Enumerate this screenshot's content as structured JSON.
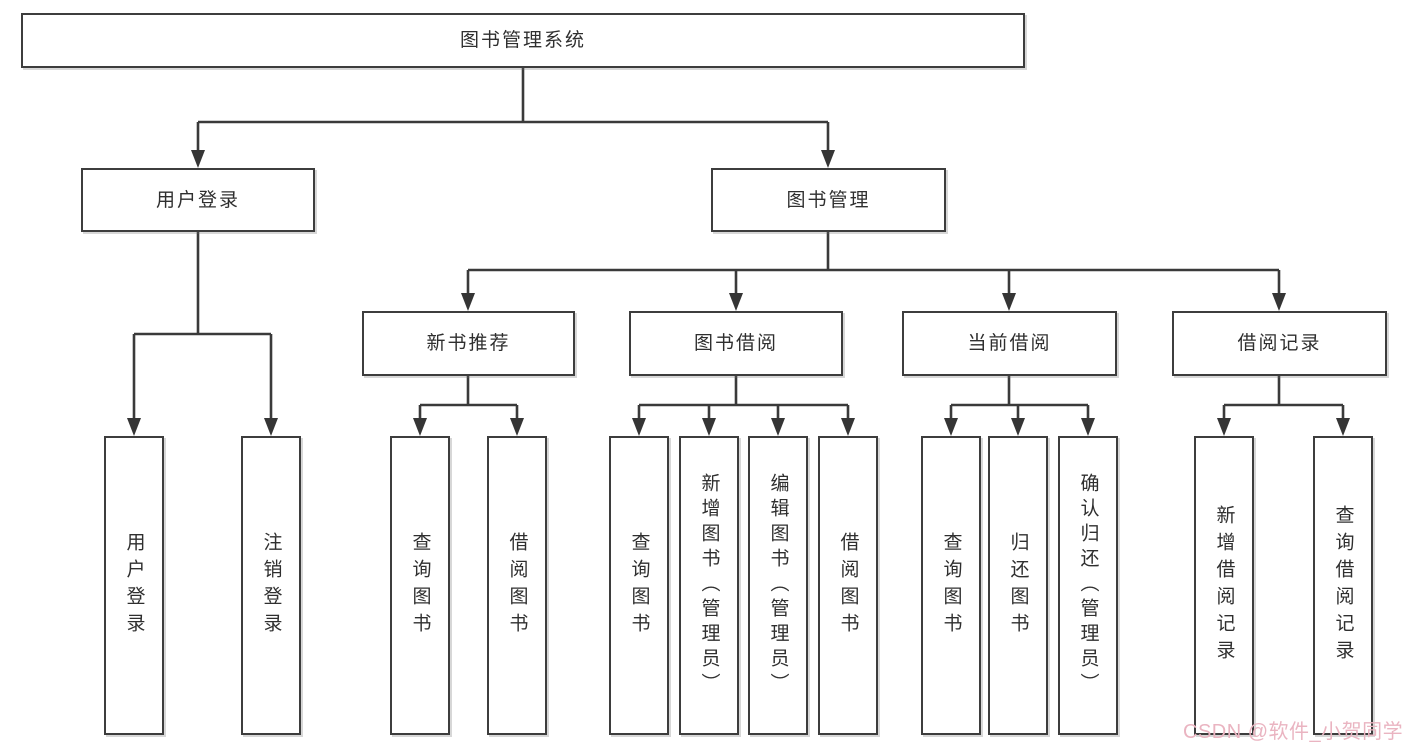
{
  "diagram": {
    "root": "图书管理系统",
    "branches": [
      {
        "label": "用户登录",
        "leaves": [
          "用户登录",
          "注销登录"
        ]
      },
      {
        "label": "图书管理",
        "groups": [
          {
            "label": "新书推荐",
            "leaves": [
              "查询图书",
              "借阅图书"
            ]
          },
          {
            "label": "图书借阅",
            "leaves": [
              "查询图书",
              "新增图书（管理员）",
              "编辑图书（管理员）",
              "借阅图书"
            ]
          },
          {
            "label": "当前借阅",
            "leaves": [
              "查询图书",
              "归还图书",
              "确认归还（管理员）"
            ]
          },
          {
            "label": "借阅记录",
            "leaves": [
              "新增借阅记录",
              "查询借阅记录"
            ]
          }
        ]
      }
    ]
  },
  "watermark": {
    "text": "CSDN @软件_小贺同学",
    "color": "#eab4c1"
  },
  "colors": {
    "background": "#ffffff",
    "line": "#3a3a3a",
    "box_border": "#3d3d3d",
    "text": "#2f2f2f"
  }
}
